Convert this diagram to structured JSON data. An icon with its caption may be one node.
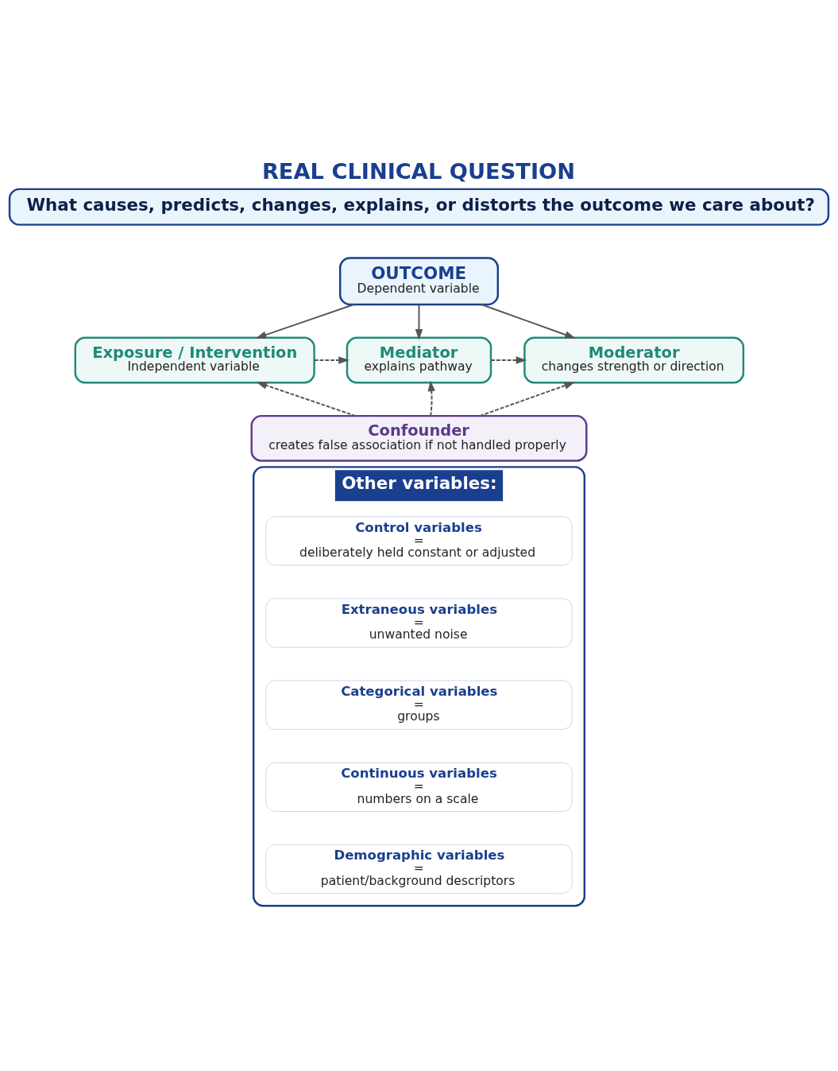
{
  "diagram": {
    "title": "REAL CLINICAL QUESTION",
    "nodes": [
      {
        "text": [
          "What causes, predicts, changes, explains, or distorts the outcome we care about?"
        ]
      },
      {
        "text": [
          "OUTCOME",
          "Dependent variable"
        ]
      },
      {
        "text": [
          "Exposure / Intervention",
          "Independent variable"
        ]
      },
      {
        "text": [
          "Mediator",
          "explains pathway"
        ]
      },
      {
        "text": [
          "Moderator",
          "changes strength or direction"
        ]
      },
      {
        "text": [
          "Confounder",
          "creates false association if not handled properly"
        ]
      },
      {
        "text": [
          "Other variables:"
        ]
      },
      {
        "text": [
          "Control variables",
          "=",
          "deliberately held constant or adjusted"
        ],
        "in": 6
      },
      {
        "text": [
          "Extraneous variables",
          "=",
          "unwanted noise"
        ],
        "in": 6
      },
      {
        "text": [
          "Categorical variables",
          "=",
          "groups"
        ],
        "in": 6
      },
      {
        "text": [
          "Continuous variables",
          "=",
          "numbers on a scale"
        ],
        "in": 6
      },
      {
        "text": [
          "Demographic variables",
          "=",
          "patient/background descriptors"
        ],
        "in": 6
      }
    ],
    "edges": [
      {
        "from": 1,
        "to": 2,
        "arrow": "to"
      },
      {
        "from": 1,
        "to": 3,
        "arrow": "to"
      },
      {
        "from": 1,
        "to": 4,
        "arrow": "to"
      },
      {
        "from": 2,
        "to": 3,
        "arrow": "to",
        "style": "dashed"
      },
      {
        "from": 3,
        "to": 4,
        "arrow": "to",
        "style": "dashed"
      },
      {
        "from": 5,
        "to": 2,
        "arrow": "to",
        "style": "dashed"
      },
      {
        "from": 5,
        "to": 3,
        "arrow": "to",
        "style": "dashed"
      },
      {
        "from": 5,
        "to": 4,
        "arrow": "to",
        "style": "dashed"
      }
    ]
  }
}
